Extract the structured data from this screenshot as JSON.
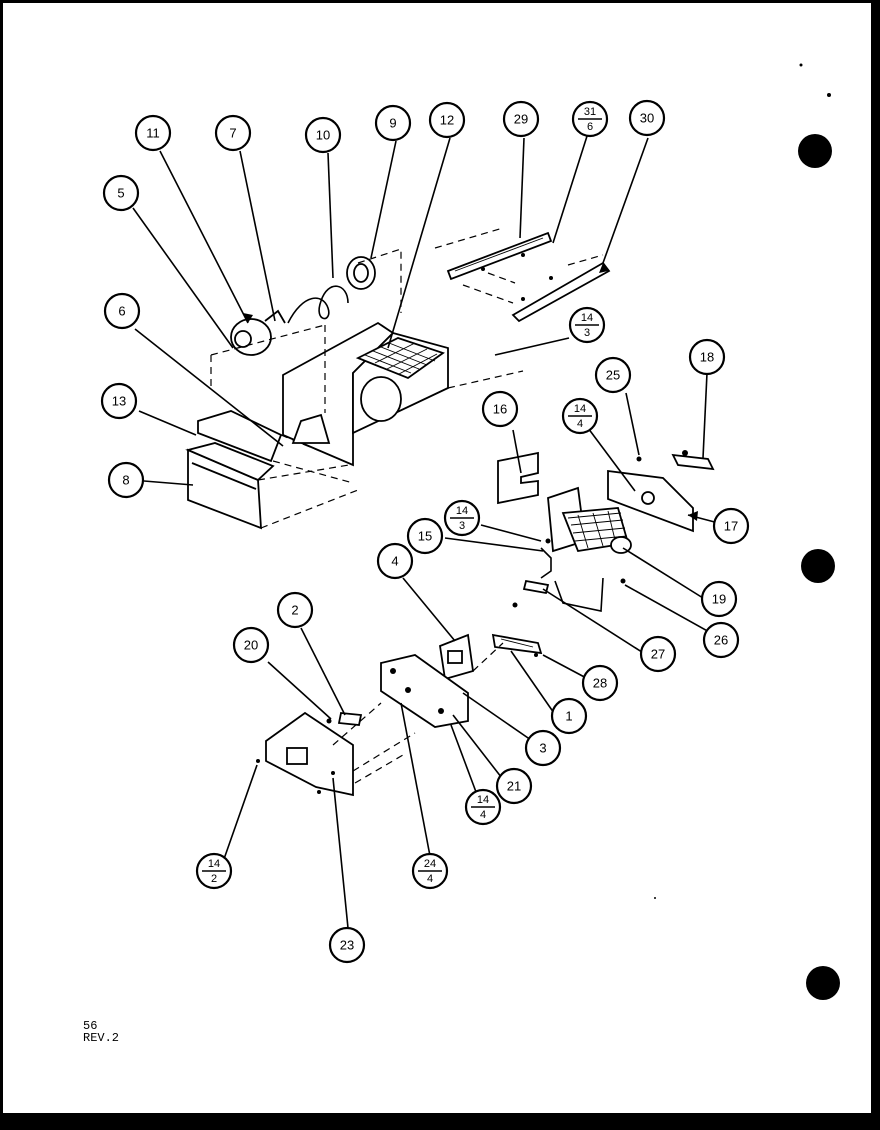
{
  "callouts": [
    {
      "id": "c11",
      "label": "11"
    },
    {
      "id": "c7",
      "label": "7"
    },
    {
      "id": "c10",
      "label": "10"
    },
    {
      "id": "c9",
      "label": "9"
    },
    {
      "id": "c12",
      "label": "12"
    },
    {
      "id": "c29",
      "label": "29"
    },
    {
      "id": "c30",
      "label": "30"
    },
    {
      "id": "c5",
      "label": "5"
    },
    {
      "id": "c6",
      "label": "6"
    },
    {
      "id": "c13",
      "label": "13"
    },
    {
      "id": "c8",
      "label": "8"
    },
    {
      "id": "c16",
      "label": "16"
    },
    {
      "id": "c25",
      "label": "25"
    },
    {
      "id": "c18",
      "label": "18"
    },
    {
      "id": "c17",
      "label": "17"
    },
    {
      "id": "c15",
      "label": "15"
    },
    {
      "id": "c4",
      "label": "4"
    },
    {
      "id": "c19",
      "label": "19"
    },
    {
      "id": "c26",
      "label": "26"
    },
    {
      "id": "c27",
      "label": "27"
    },
    {
      "id": "c28",
      "label": "28"
    },
    {
      "id": "c1",
      "label": "1"
    },
    {
      "id": "c2",
      "label": "2"
    },
    {
      "id": "c20",
      "label": "20"
    },
    {
      "id": "c3",
      "label": "3"
    },
    {
      "id": "c21",
      "label": "21"
    },
    {
      "id": "c23",
      "label": "23"
    }
  ],
  "fraction_callouts": [
    {
      "id": "f31_6",
      "top": "31",
      "bottom": "6"
    },
    {
      "id": "f14_3a",
      "top": "14",
      "bottom": "3"
    },
    {
      "id": "f14_4a",
      "top": "14",
      "bottom": "4"
    },
    {
      "id": "f14_3b",
      "top": "14",
      "bottom": "3"
    },
    {
      "id": "f14_4b",
      "top": "14",
      "bottom": "4"
    },
    {
      "id": "f24_4",
      "top": "24",
      "bottom": "4"
    },
    {
      "id": "f14_2",
      "top": "14",
      "bottom": "2"
    }
  ],
  "footer": {
    "page": "56",
    "revision": "REV.2"
  }
}
